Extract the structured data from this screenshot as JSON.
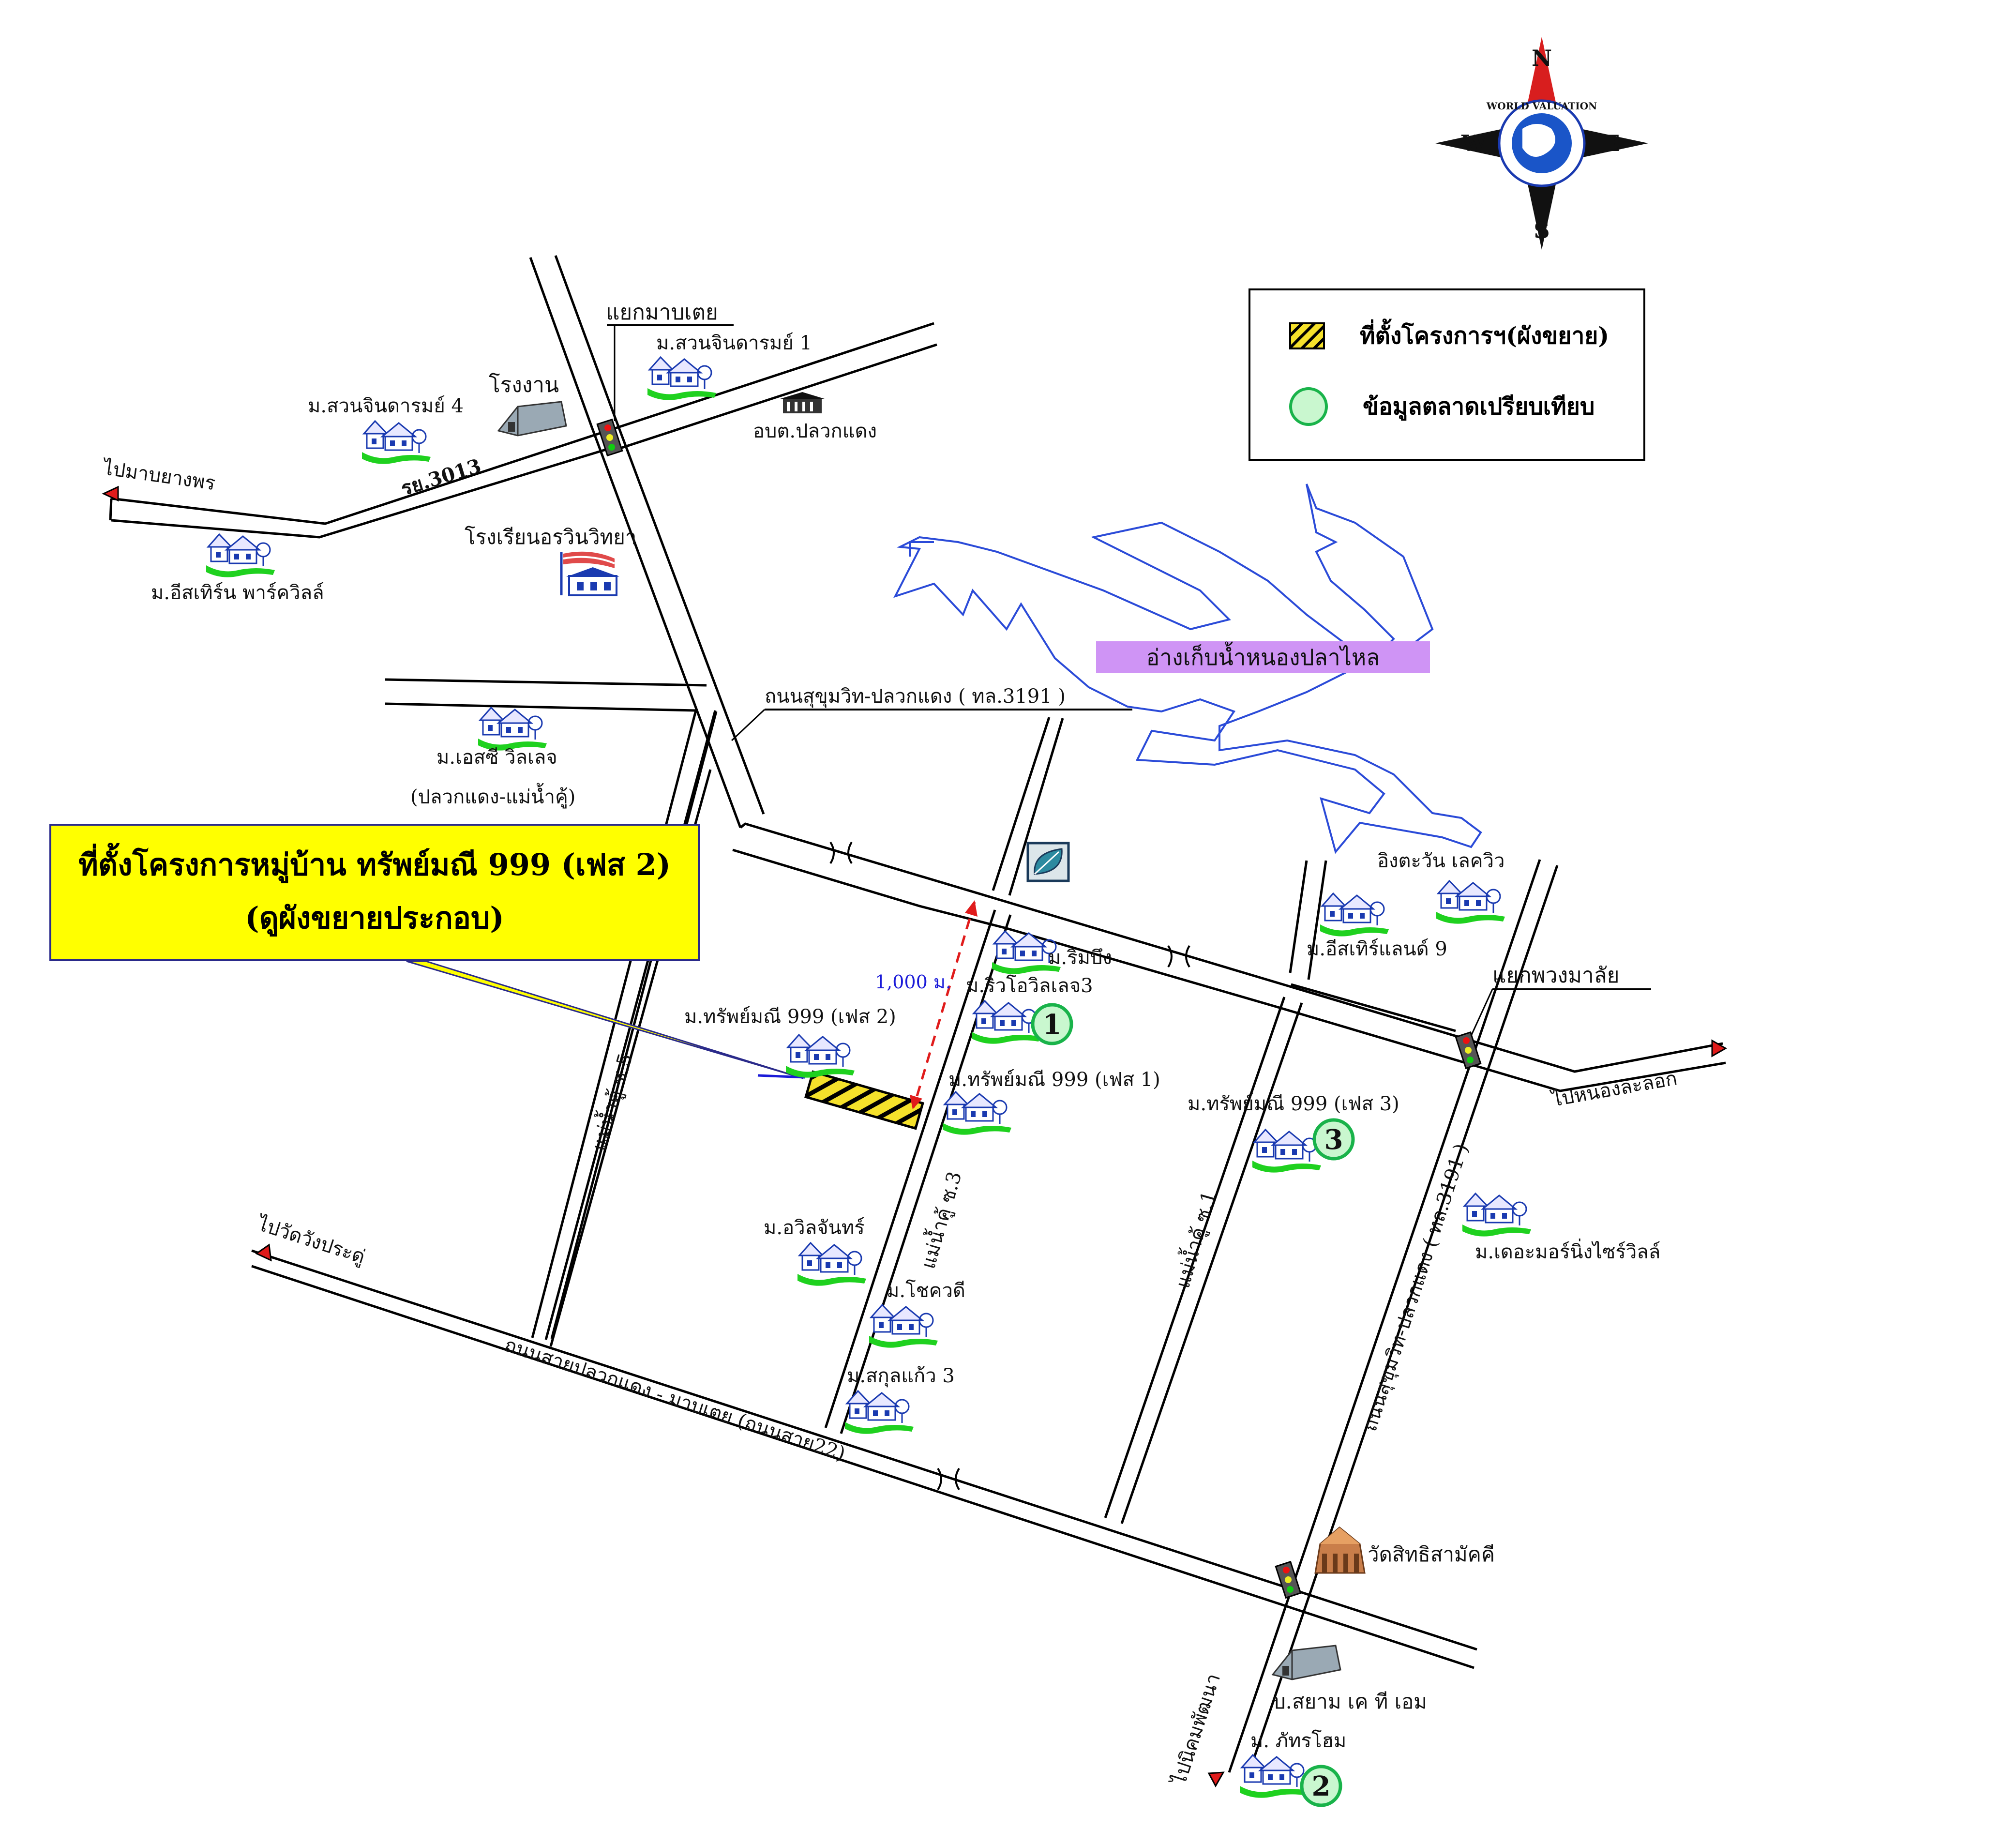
{
  "callout": {
    "line1": "ที่ตั้งโครงการหมู่บ้าน ทรัพย์มณี 999 (เฟส 2)",
    "line2": "(ดูผังขยายประกอบ)"
  },
  "legend": {
    "site": "ที่ตั้งโครงการฯ(ผังขยาย)",
    "comparable": "ข้อมูลตลาดเปรียบเทียบ"
  },
  "compass": {
    "n": "N",
    "s": "S",
    "e": "E",
    "w": "W",
    "ring_text": "WORLD VALUATION"
  },
  "lake": "อ่างเก็บน้ำหนองปลาไหล",
  "roads": {
    "road_3013": "รย.3013",
    "sukhumvit_pluakdaeng_top": "ถนนสุขุมวิท-ปลวกแดง ( ทล.3191 )",
    "sukhumvit_pluakdaeng_side": "ถนนสุขุมวิท-ปลวกแดง ( ทล.3191 )",
    "pluakdaeng_mabtaphut": "ถนนสายปลวกแดง - มาบเตย (ถนนสาย22)",
    "soi5": "แม่น้ำคู้ ซ.5",
    "soi3": "แม่น้ำคู้ ซ.3",
    "soi1": "แม่น้ำคู้ ซ.1"
  },
  "directions": {
    "to_mabyangporn": "ไปมาบยางพร",
    "to_nongla_lok": "ไปหนองละลอก",
    "to_wat_wangprachu": "ไปวัดวังประดู่",
    "to_nikom_phatthana": "ไปนิคมพัฒนา"
  },
  "intersections": {
    "mabtoei": "แยกมาบเตย",
    "phuangmalai": "แยกพวงมาลัย"
  },
  "places": {
    "factory": "โรงงาน",
    "obt": "อบต.ปลวกแดง",
    "school": "โรงเรียนอรวินวิทยา",
    "temple": "วัดสิทธิสามัคคี",
    "siam_ktm": "บ.สยาม เค ที เอม"
  },
  "villages": {
    "suanjindarom1": "ม.สวนจินดารมย์ 1",
    "suanjindarom4": "ม.สวนจินดารมย์ 4",
    "eastern_park": "ม.อีสเทิร์น พาร์ควิลล์",
    "sc_villa": "ม.เอสซี วิลเลจ",
    "sc_villa_sub": "(ปลวกแดง-แม่น้ำคู้)",
    "rimbung": "ม.ริมบึง",
    "river_villa": "ม.ริวโอวิลเลจ3",
    "sap999_2": "ม.ทรัพย์มณี 999 (เฟส 2)",
    "sap999_1": "ม.ทรัพย์มณี 999 (เฟส 1)",
    "sap999_3": "ม.ทรัพย์มณี 999 (เฟส 3)",
    "eastern_land9": "ม.อีสเทิร์แลนด์ 9",
    "ingtawan": "อิงตะวัน เลควิว",
    "morning_side": "ม.เดอะมอร์นิ่งไซร์วิลล์",
    "awilchan": "ม.อวิลจันทร์",
    "chokdee": "ม.โชควดี",
    "sakulkaew3": "ม.สกุลแก้ว 3",
    "phattra_home": "ม. ภัทรโฮม"
  },
  "distance": "1,000 ม.",
  "markers": {
    "m1": "1",
    "m2": "2",
    "m3": "3"
  },
  "colors": {
    "callout_bg": "#ffff00",
    "lake_label_bg": "#cf94f5",
    "lake_line": "#2b4bd8",
    "marker_fill": "#c9f7cf",
    "marker_stroke": "#19b34a",
    "compass_red": "#d81e1e",
    "site_hatch": "#f5e12b",
    "distance_line": "#e01b1b"
  }
}
